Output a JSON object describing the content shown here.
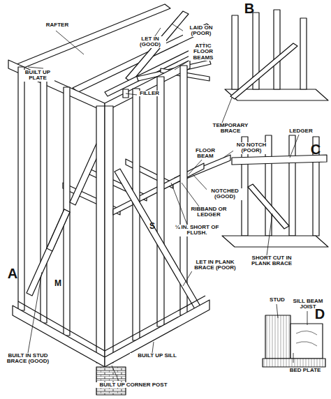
{
  "diagram": {
    "labels": [
      "RAFTER",
      "BUILT UP PLATE",
      "LET IN (GOOD)",
      "LAID ON (POOR)",
      "B",
      "ATTIC FLOOR BEAMS",
      "FILLER",
      "TEMPORARY BRACE",
      "NO NOTCH (POOR)",
      "LEDGER",
      "FLOOR BEAM",
      "C",
      "NOTCHED (GOOD)",
      "RIBBAND OR LEDGER",
      "¼ IN. SHORT OF FLUSH.",
      "S",
      "LET IN PLANK BRACE (POOR)",
      "SHORT CUT IN PLANK BRACE",
      "A",
      "M",
      "STUD",
      "SILL BEAM JOIST",
      "D",
      "BED PLATE",
      "BUILT IN STUD BRACE (GOOD)",
      "BUILT UP SILL",
      "BUILT UP CORNER POST"
    ]
  }
}
